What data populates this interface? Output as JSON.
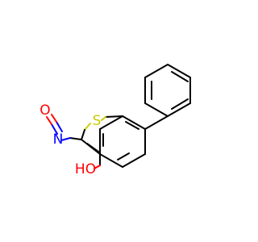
{
  "molecule": {
    "atoms": {
      "sulfur": {
        "label": "S",
        "color": "#cccc00"
      },
      "oxygen_nitroso": {
        "label": "O",
        "color": "#ff0000"
      },
      "nitrogen": {
        "label": "N",
        "color": "#0000ff"
      },
      "hydroxyl": {
        "label": "HO",
        "color": "#ff0000"
      }
    },
    "bond_color": "#000000"
  }
}
